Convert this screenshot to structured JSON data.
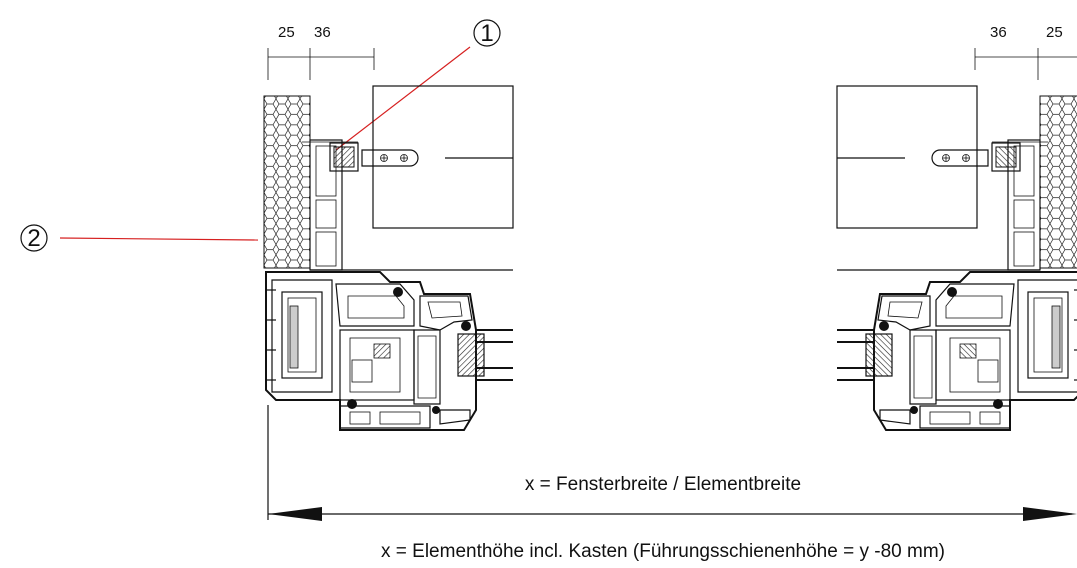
{
  "dimensions": {
    "left_outer": "25",
    "left_inner": "36",
    "right_inner": "36",
    "right_outer": "25"
  },
  "callouts": {
    "one": "1",
    "two": "2"
  },
  "labels": {
    "width_label": "x = Fensterbreite / Elementbreite",
    "height_label": "x = Elementhöhe incl. Kasten (Führungsschienenhöhe = y -80 mm)"
  },
  "colors": {
    "line": "#111111",
    "leader": "#d62020",
    "insulation_fill": "#ffffff"
  }
}
